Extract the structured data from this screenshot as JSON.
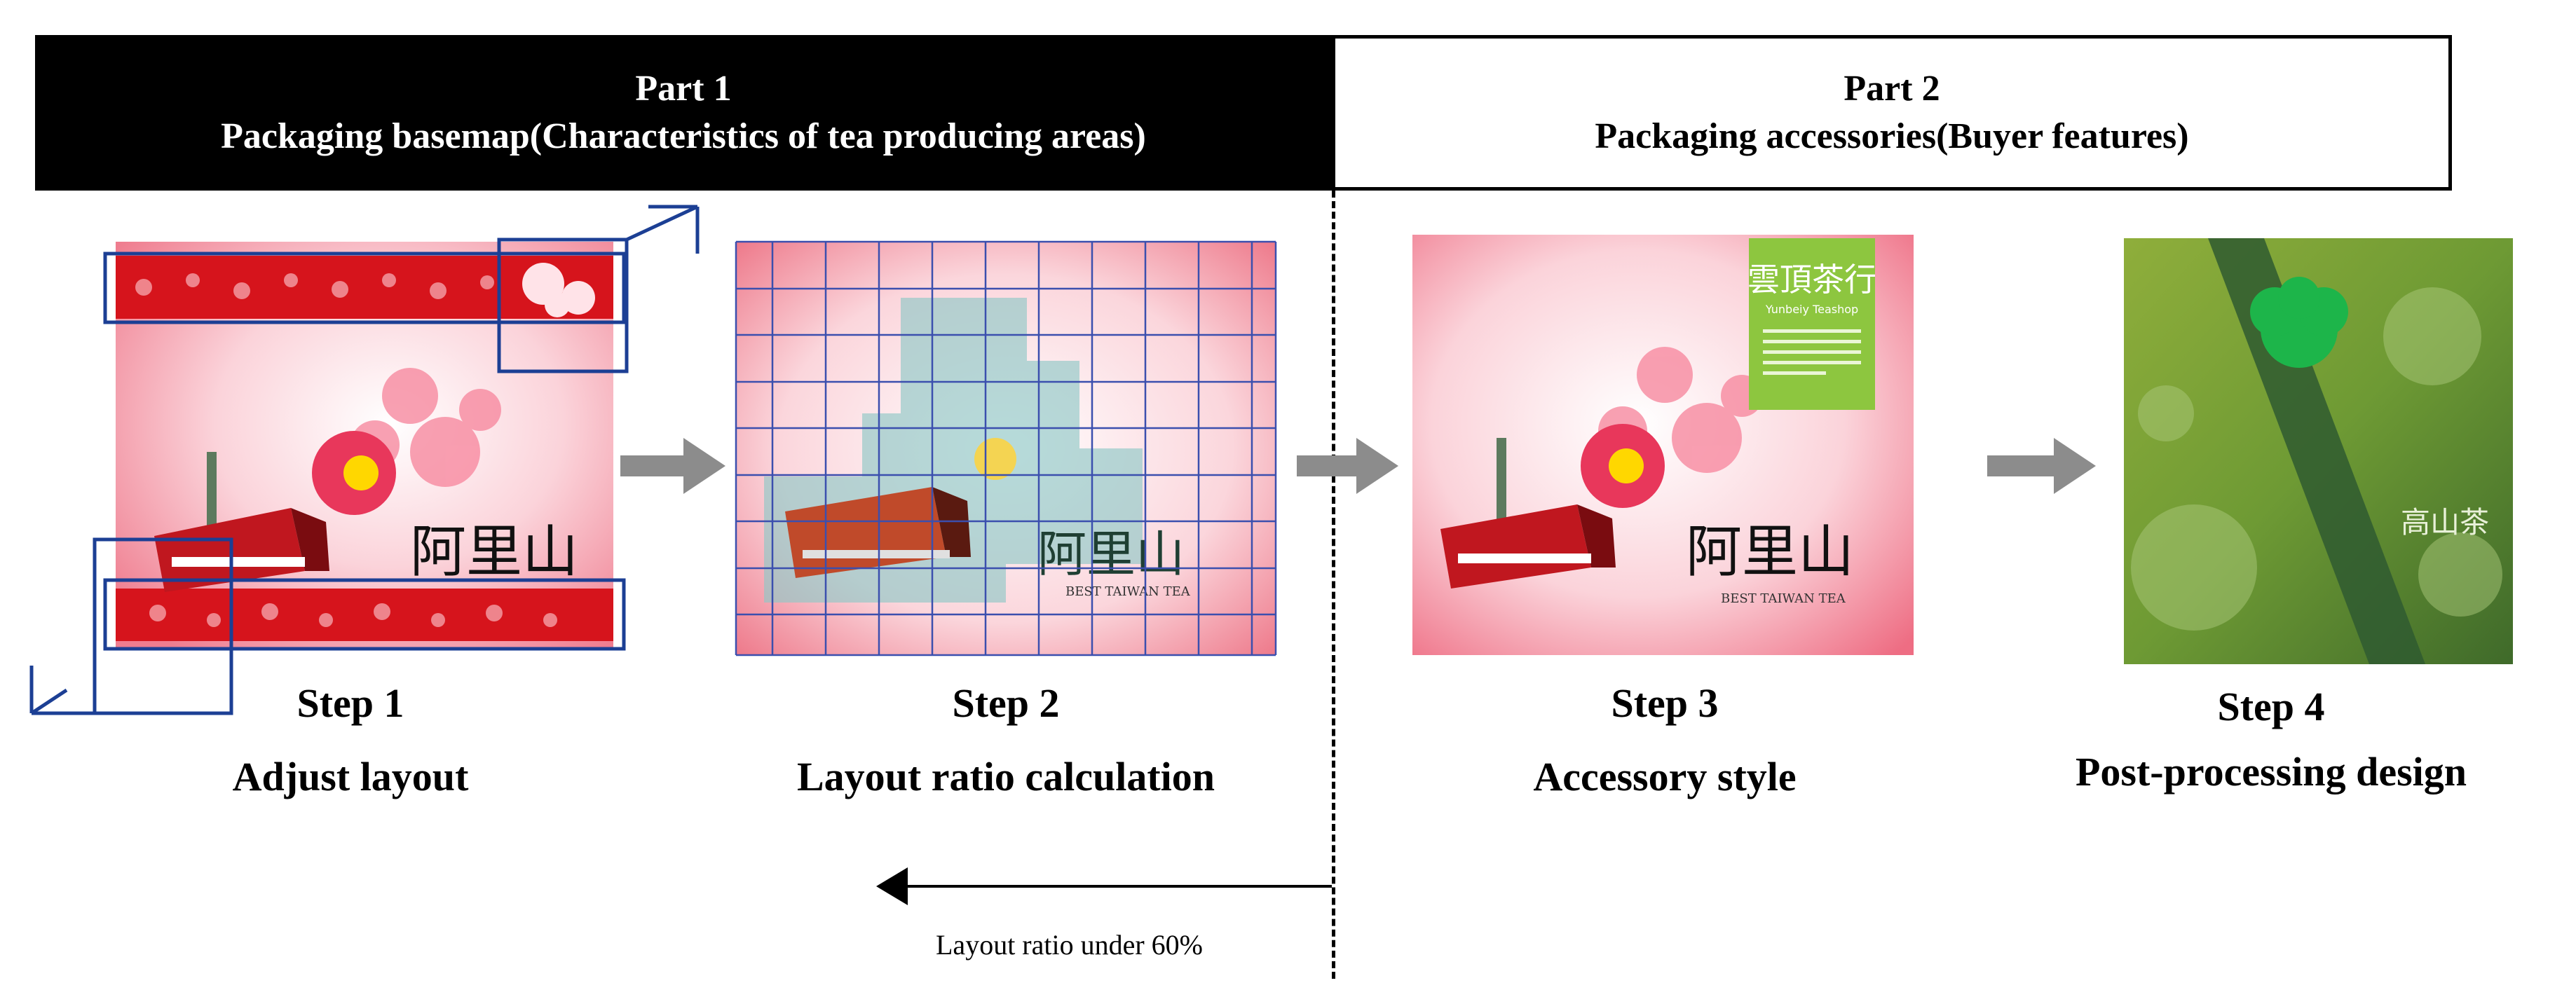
{
  "part1": {
    "title": "Part 1",
    "subtitle": "Packaging basemap(Characteristics of tea producing areas)"
  },
  "part2": {
    "title": "Part 2",
    "subtitle": "Packaging accessories(Buyer features)"
  },
  "steps": [
    {
      "number": "Step 1",
      "label": "Adjust layout"
    },
    {
      "number": "Step 2",
      "label": "Layout ratio calculation"
    },
    {
      "number": "Step 3",
      "label": "Accessory style"
    },
    {
      "number": "Step 4",
      "label": "Post-processing design"
    }
  ],
  "feedback": {
    "label": "Layout ratio under 60%"
  },
  "artwork": {
    "calligraphy": "阿里山",
    "brand_mark": "雲頂茶行",
    "brand_caption": "Yunbeiy Teashop",
    "tea_text": "BEST TAIWAN TEA",
    "green_box_mark": "高山茶"
  },
  "colors": {
    "part1_fill": "#000000",
    "part2_fill": "#ffffff",
    "arrow_gray": "#8c8c8c",
    "frame_blue": "#1c3f94",
    "accent_green": "#8dc63f",
    "accent_red": "#d6141c"
  }
}
